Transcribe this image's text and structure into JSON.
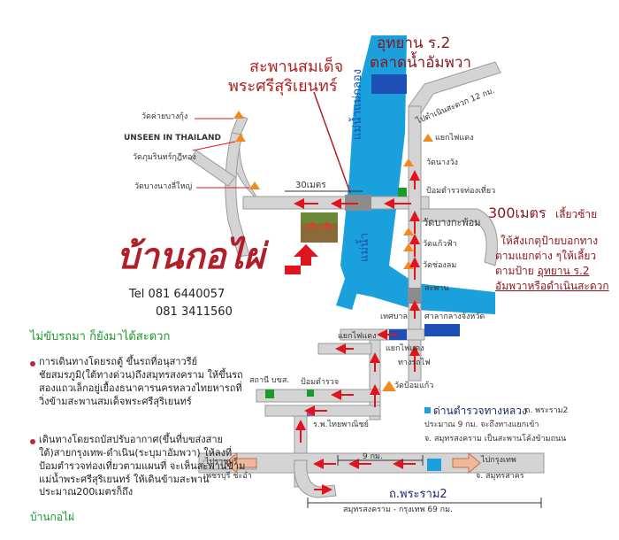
{
  "header": {
    "bridge_line1": "สะพานสมเด็จ",
    "bridge_line2": "พระศรีสุริเยนทร์",
    "park_line1": "อุทยาน ร.2",
    "park_line2": "ตลาดน้ำอัมพวา"
  },
  "river": {
    "label_north": "แม่น้ำแม่กลอง",
    "label_south": "แม่น้ำ"
  },
  "roads": {
    "to_damnoen": "ไปดำเนินสะดวก 12 กม.",
    "bridge_distance": "30เมตร",
    "wat_distance": "300เมตร",
    "turn_right": "เลี้ยวซ้าย",
    "highway": "ถ.พระราม2",
    "highway_note": "สมุทรสงคราม - กรุงเทพ 69 กม.",
    "km9": "9 กม.",
    "to_bangkok": "ไปกรุงเทพ",
    "samutsakhon": "จ. สมุทรสาคร",
    "to_ratchaburi": "ไปราชบุรี",
    "phetchaburi": "เพชรบุรี ชะอำ"
  },
  "landmarks": {
    "wat_khai": "วัดค่ายบางกุ้ง",
    "unseen": "UNSEEN IN THAILAND",
    "wat_phumarin": "วัดภุมรินทร์กุฎีทอง",
    "wat_bang_nang": "วัดบางนางลี่ใหญ่",
    "traffic_light_top": "แยกไฟแดง",
    "wat_nang_wang": "วัดนางวัง",
    "tourist_police": "ป้อมตำรวจท่องเที่ยว",
    "wat_bang_kaphom": "วัดบางกะพ้อม",
    "wat_kae_fa": "วัดแก้วฟ้า",
    "wat_chong_lom": "วัดช่องลม",
    "bridge_small": "สะพาน",
    "municipality": "เทศบาล",
    "provincial_hall": "ศาลากลางจังหวัด",
    "traffic_light_mid1": "แยกไฟแดง",
    "traffic_light_mid2": "แยกไฟแดง",
    "railway": "ทางรถไฟ",
    "wat_pom_kaew": "วัดป้อมแก้ว",
    "bus_station": "สถานี บขส.",
    "police_box": "ป้อมตำรวจ",
    "hospital": "ร.พ.ไทยพาณิชย์",
    "highway_police": "ด่านตำรวจทางหลวง",
    "highway_police_detail1": "ถ. พระราม2",
    "highway_police_detail2": "ประมาณ 9 กม. จะถึงทางแยกเข้า",
    "highway_police_detail3": "จ. สมุทรสงคราม เป็นสะพานโค้งข้ามถนน"
  },
  "directions_note": {
    "line1": "ให้สังเกตุป้ายบอกทาง",
    "line2": "ตามแยกต่าง ๆให้เลี้ยว",
    "line3_prefix": "ตามป้าย",
    "line3_link": "อุทยาน ร.2",
    "line4_link": "อัมพวาหรือดำเนินสะดวก"
  },
  "brand": {
    "name": "บ้านกอไผ่",
    "tel_label": "Tel",
    "phone1": "081 6440057",
    "phone2": "081 3411560"
  },
  "travel": {
    "no_car": "ไม่ขับรถมา ก็ยังมาได้สะดวก",
    "by_van": "การเดินทางโดยรถตู้ ขึ้นรถที่อนุสาวรีย์ชัยสมรภูมิ(ใต้ทางด่วน)ถึงสมุทรสงคราม ให้ขึ้นรถสองแถวเล็กอยู่เยื้องธนาคารนครหลวงไทยหารถที่วิ่งข้ามสะพานสมเด็จพระศรีสุริเยนทร์",
    "by_bus": "เดินทางโดยรถบัสปรับอากาศ(ขึ้นที่บขส่งสายใต้)สายกรุงเทพ-ดำเนิน(ระบุมาอัมพวา) ให้ลงที่ป้อมตำรวจท่องเที่ยวตามแผนที่ จะเห็นสะพานข้ามแม่น้ำพระศรีสุริเยนทร์ ให้เดินข้ามสะพานประมาณ200เมตรก็ถึง",
    "by_bus_dest": "บ้านกอไผ่"
  },
  "colors": {
    "river": "#1aa0dc",
    "road": "#d4d4d4",
    "arrow": "#e0141e",
    "brand": "#b0202a",
    "green": "#1a9a2a",
    "blue_box": "#1e4fb4"
  }
}
